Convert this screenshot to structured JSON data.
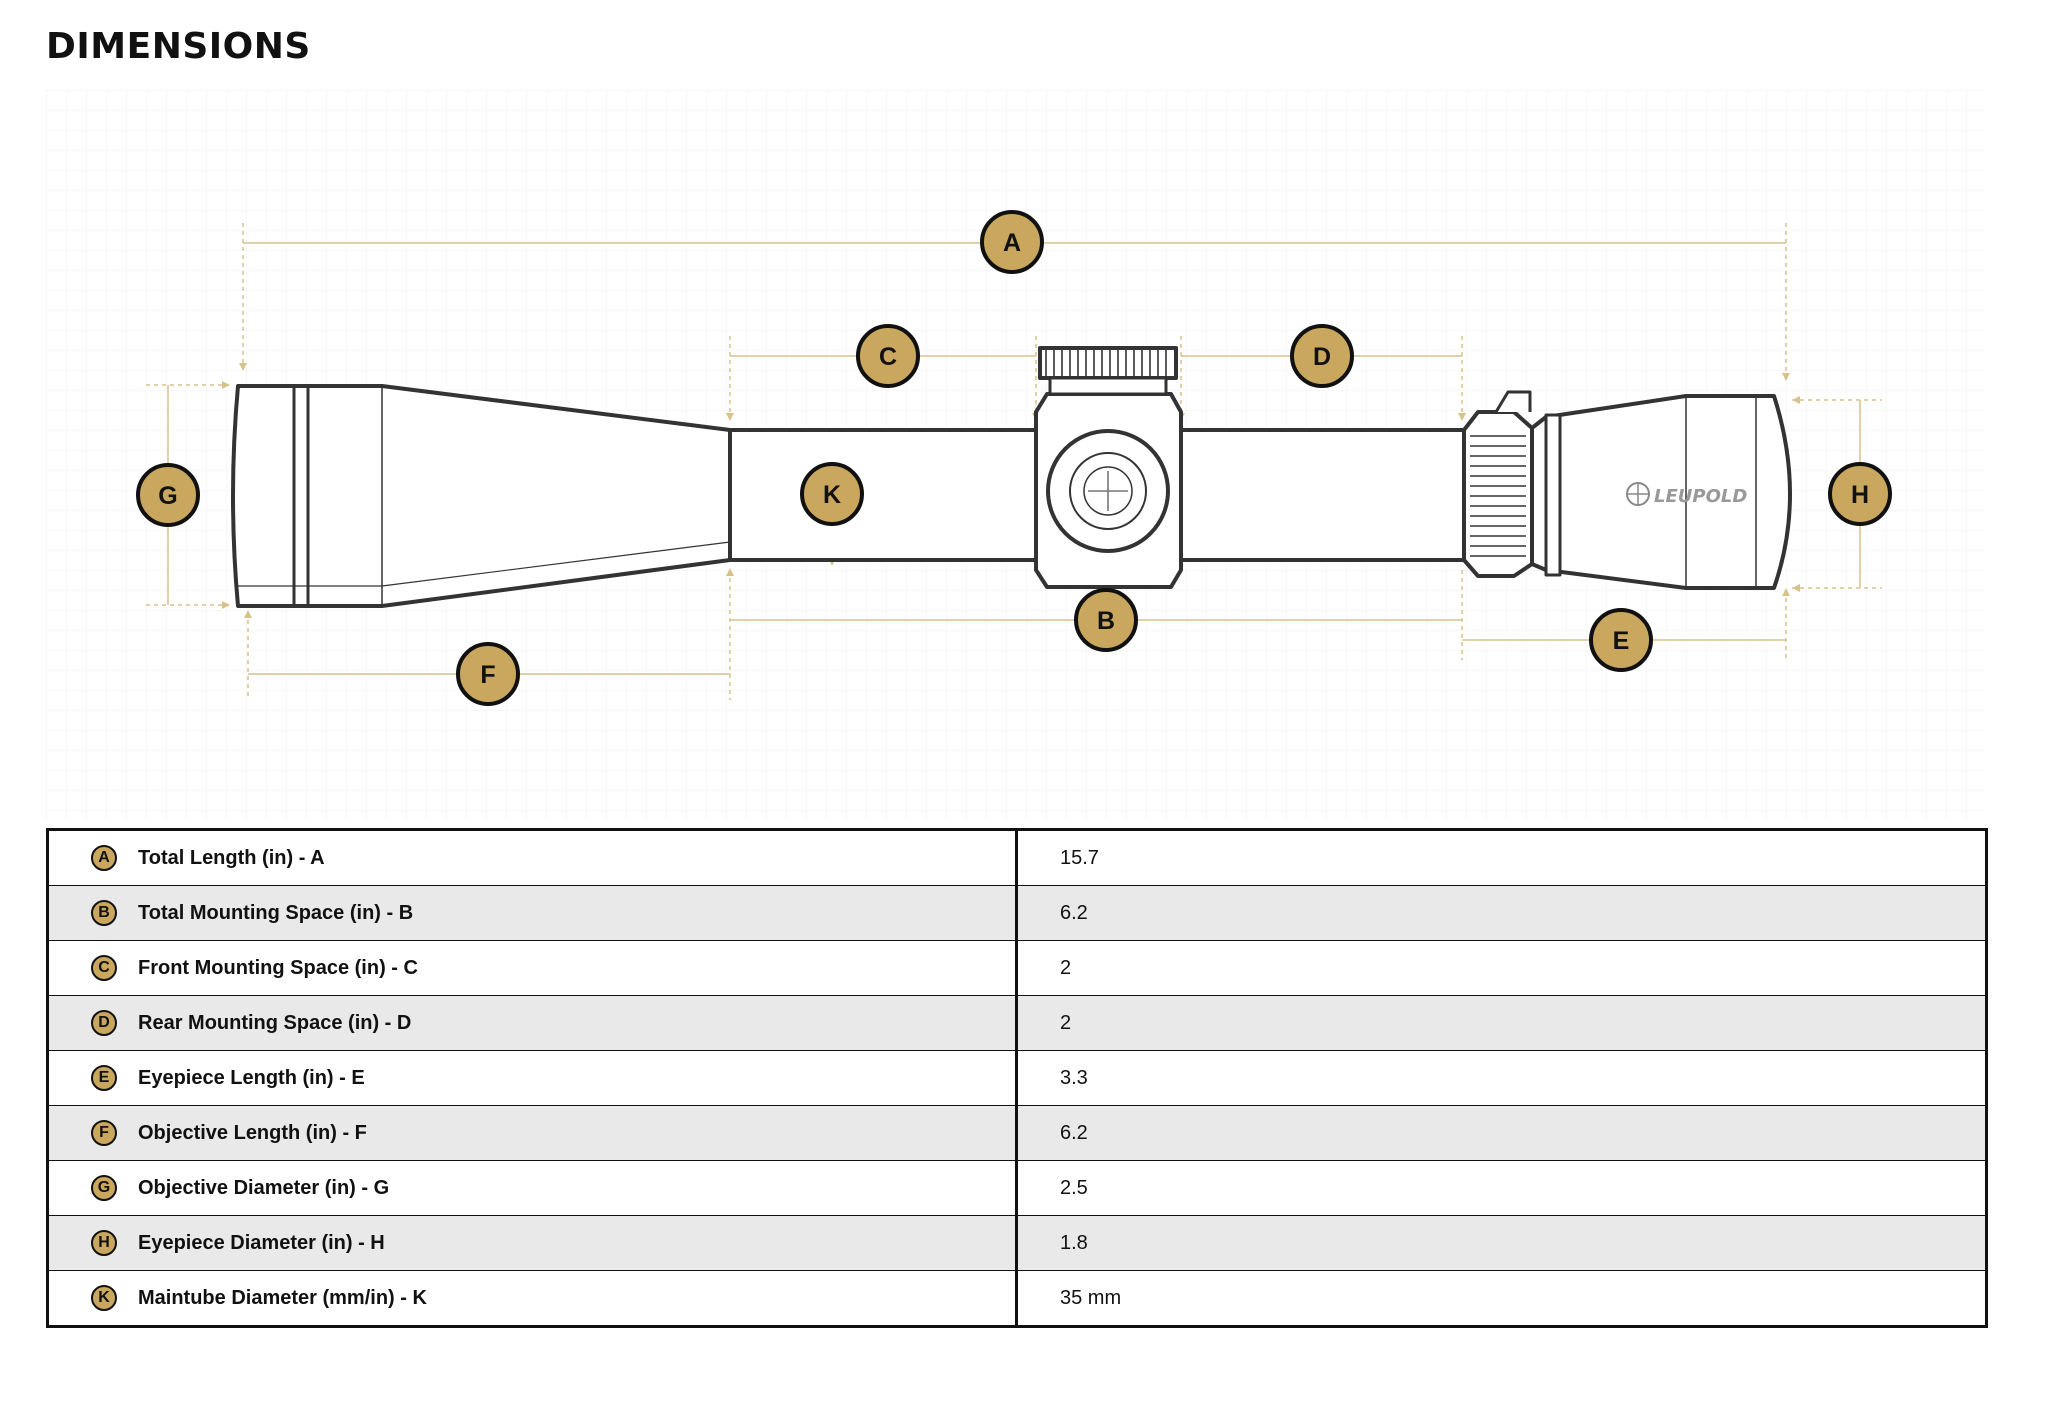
{
  "title": "DIMENSIONS",
  "brand": {
    "logo_text": "LEUPOLD",
    "gold": "#c9a75e",
    "line_gold": "#d8c28c"
  },
  "diagram": {
    "callouts": [
      "A",
      "B",
      "C",
      "D",
      "E",
      "F",
      "G",
      "H",
      "K"
    ]
  },
  "specs": [
    {
      "letter": "A",
      "label": "Total Length (in) - A",
      "value": "15.7"
    },
    {
      "letter": "B",
      "label": "Total Mounting Space (in) - B",
      "value": "6.2"
    },
    {
      "letter": "C",
      "label": "Front Mounting Space (in) - C",
      "value": "2"
    },
    {
      "letter": "D",
      "label": "Rear Mounting Space (in) - D",
      "value": "2"
    },
    {
      "letter": "E",
      "label": "Eyepiece Length (in) - E",
      "value": "3.3"
    },
    {
      "letter": "F",
      "label": "Objective Length (in) - F",
      "value": "6.2"
    },
    {
      "letter": "G",
      "label": "Objective Diameter (in) - G",
      "value": "2.5"
    },
    {
      "letter": "H",
      "label": "Eyepiece Diameter (in) - H",
      "value": "1.8"
    },
    {
      "letter": "K",
      "label": "Maintube Diameter (mm/in) - K",
      "value": "35 mm"
    }
  ]
}
